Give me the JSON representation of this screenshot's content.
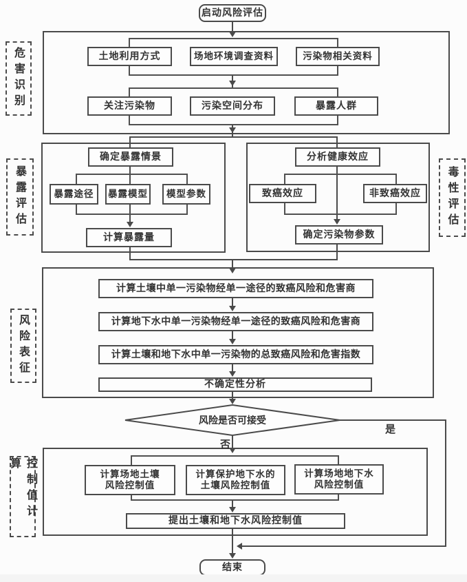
{
  "colors": {
    "background": "#fcfcfc",
    "line": "#4a4a4a",
    "text": "#333333",
    "footer_strip": "#f4f4f4"
  },
  "flowchart": {
    "start": {
      "label": "启动风险评估"
    },
    "hazard_identification": {
      "side_label": "危害识别",
      "row1": [
        "土地利用方式",
        "场地环境调查资料",
        "污染物相关资料"
      ],
      "row2": [
        "关注污染物",
        "污染空间分布",
        "暴露人群"
      ]
    },
    "exposure_assessment": {
      "side_label": "暴露评估",
      "top": "确定暴露情景",
      "row": [
        "暴露途径",
        "暴露模型",
        "模型参数"
      ],
      "bottom": "计算暴露量"
    },
    "toxicity_assessment": {
      "side_label": "毒性评估",
      "top": "分析健康效应",
      "row": [
        "致癌效应",
        "非致癌效应"
      ],
      "bottom": "确定污染物参数"
    },
    "risk_characterization": {
      "side_label": "风险表征",
      "steps": [
        "计算土壤中单一污染物经单一途径的致癌风险和危害商",
        "计算地下水中单一污染物经单一途径的致癌风险和危害商",
        "计算土壤和地下水中单一污染物的总致癌风险和危害指数",
        "不确定性分析"
      ]
    },
    "decision": {
      "label": "风险是否可接受",
      "yes_label": "是",
      "no_label": "否"
    },
    "control_value_calculation": {
      "side_label": "控制值计算",
      "row": [
        "计算场地土壤\n风险控制值",
        "计算保护地下水的\n土壤风险控制值",
        "计算场地地下水\n风险控制值"
      ],
      "bottom": "提出土壤和地下水风险控制值"
    },
    "end": {
      "label": "结束"
    }
  }
}
